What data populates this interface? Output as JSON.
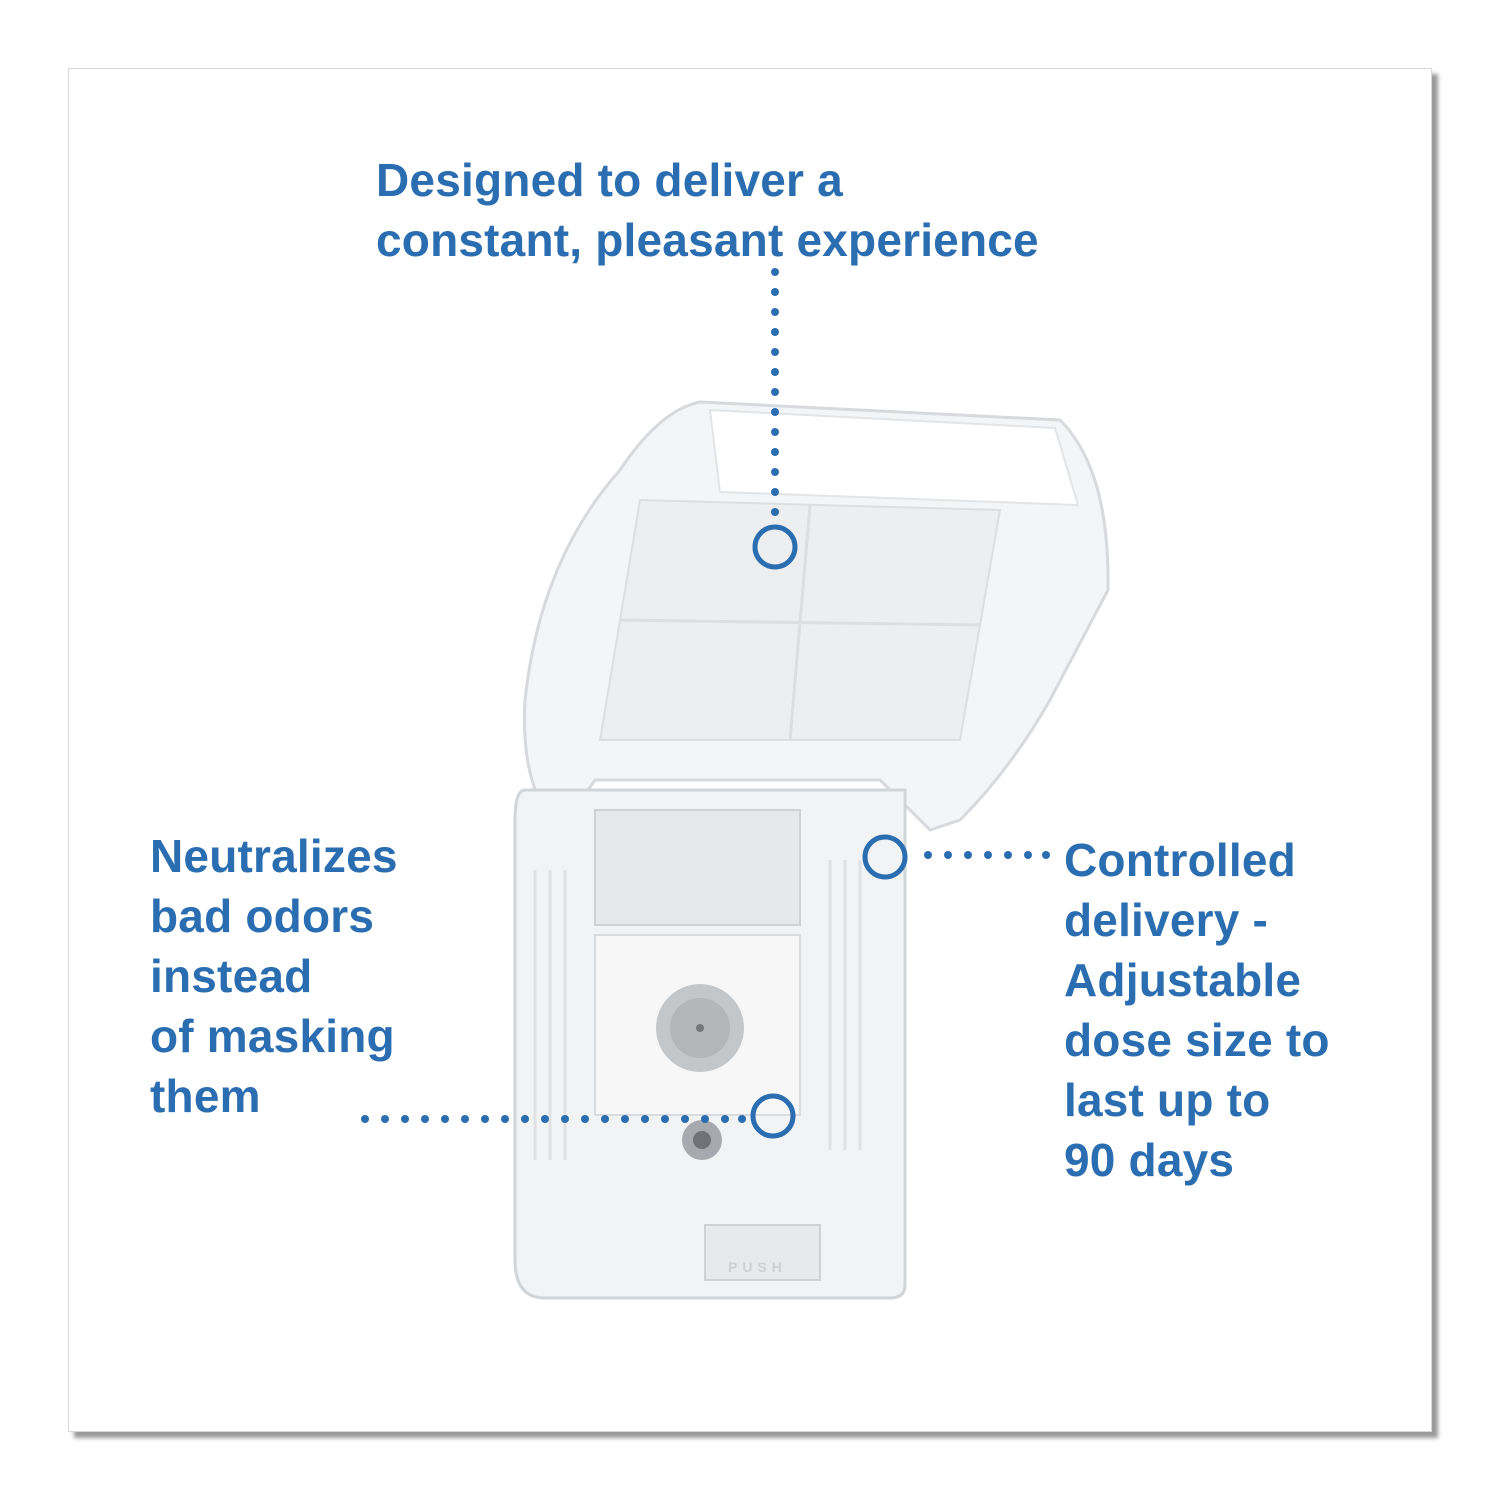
{
  "callouts": {
    "top": "Designed to deliver a\nconstant, pleasant experience",
    "left": "Neutralizes\nbad odors\ninstead\nof masking\nthem",
    "right": "Controlled\ndelivery -\nAdjustable\ndose size to\nlast up to\n90 days"
  },
  "product": {
    "push_label": "PUSH"
  },
  "colors": {
    "accent": "#2a6db0"
  }
}
